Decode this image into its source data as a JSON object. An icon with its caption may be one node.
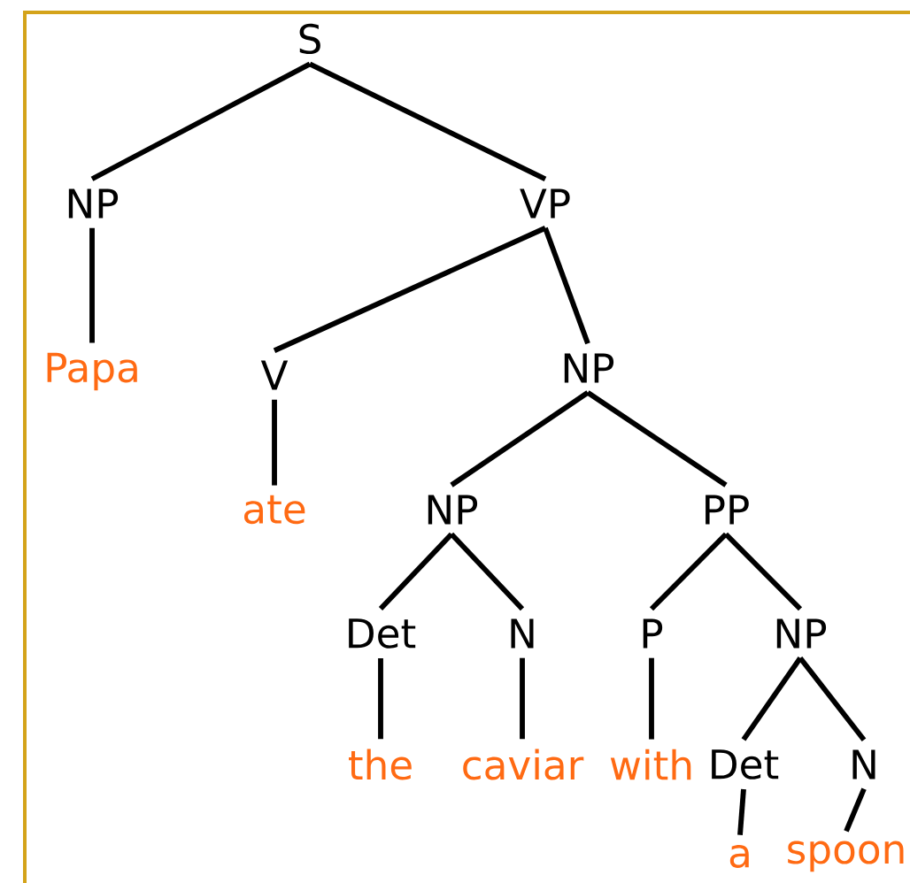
{
  "diagram": {
    "nodes": [
      {
        "text": [
          "S"
        ]
      },
      {
        "text": [
          "NP"
        ]
      },
      {
        "text": [
          "VP"
        ]
      },
      {
        "text": [
          "Papa"
        ]
      },
      {
        "text": [
          "V"
        ]
      },
      {
        "text": [
          "NP"
        ]
      },
      {
        "text": [
          "ate"
        ]
      },
      {
        "text": [
          "NP"
        ]
      },
      {
        "text": [
          "PP"
        ]
      },
      {
        "text": [
          "Det"
        ]
      },
      {
        "text": [
          "N"
        ]
      },
      {
        "text": [
          "P"
        ]
      },
      {
        "text": [
          "NP"
        ]
      },
      {
        "text": [
          "the"
        ]
      },
      {
        "text": [
          "caviar"
        ]
      },
      {
        "text": [
          "with"
        ]
      },
      {
        "text": [
          "Det"
        ]
      },
      {
        "text": [
          "N"
        ]
      },
      {
        "text": [
          "a"
        ]
      },
      {
        "text": [
          "spoon"
        ]
      }
    ],
    "edges": [
      {
        "from": 0,
        "to": 1,
        "arrow": "none"
      },
      {
        "from": 0,
        "to": 2,
        "arrow": "none"
      },
      {
        "from": 1,
        "to": 3,
        "arrow": "none"
      },
      {
        "from": 2,
        "to": 4,
        "arrow": "none"
      },
      {
        "from": 2,
        "to": 5,
        "arrow": "none"
      },
      {
        "from": 4,
        "to": 6,
        "arrow": "none"
      },
      {
        "from": 5,
        "to": 7,
        "arrow": "none"
      },
      {
        "from": 5,
        "to": 8,
        "arrow": "none"
      },
      {
        "from": 7,
        "to": 9,
        "arrow": "none"
      },
      {
        "from": 7,
        "to": 10,
        "arrow": "none"
      },
      {
        "from": 8,
        "to": 11,
        "arrow": "none"
      },
      {
        "from": 8,
        "to": 12,
        "arrow": "none"
      },
      {
        "from": 9,
        "to": 13,
        "arrow": "none"
      },
      {
        "from": 10,
        "to": 14,
        "arrow": "none"
      },
      {
        "from": 11,
        "to": 15,
        "arrow": "none"
      },
      {
        "from": 12,
        "to": 16,
        "arrow": "none"
      },
      {
        "from": 12,
        "to": 17,
        "arrow": "none"
      },
      {
        "from": 16,
        "to": 18,
        "arrow": "none"
      },
      {
        "from": 17,
        "to": 19,
        "arrow": "none"
      }
    ]
  }
}
